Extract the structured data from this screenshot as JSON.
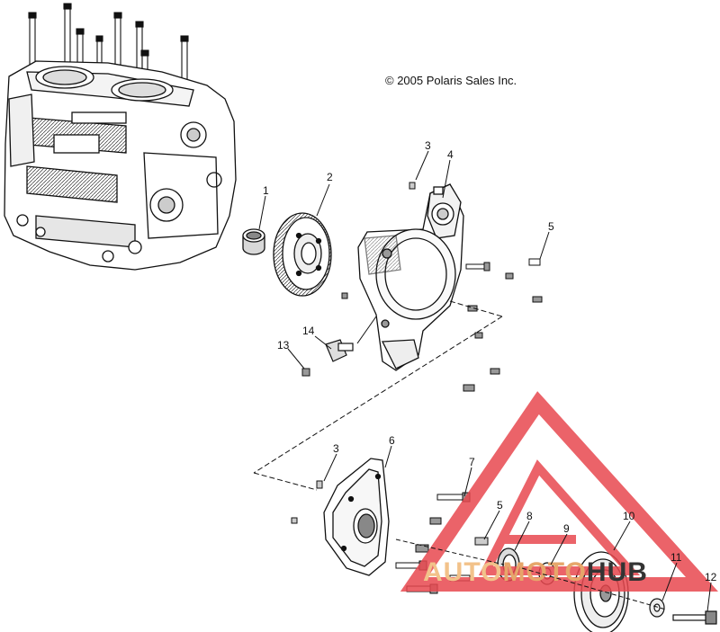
{
  "copyright": "© 2005 Polaris Sales Inc.",
  "callouts": [
    {
      "id": "c1",
      "text": "1"
    },
    {
      "id": "c2",
      "text": "2"
    },
    {
      "id": "c3a",
      "text": "3"
    },
    {
      "id": "c4",
      "text": "4"
    },
    {
      "id": "c5a",
      "text": "5"
    },
    {
      "id": "c13",
      "text": "13"
    },
    {
      "id": "c14",
      "text": "14"
    },
    {
      "id": "c3b",
      "text": "3"
    },
    {
      "id": "c6",
      "text": "6"
    },
    {
      "id": "c7",
      "text": "7"
    },
    {
      "id": "c5b",
      "text": "5"
    },
    {
      "id": "c8",
      "text": "8"
    },
    {
      "id": "c9",
      "text": "9"
    },
    {
      "id": "c10",
      "text": "10"
    },
    {
      "id": "c11",
      "text": "11"
    },
    {
      "id": "c12",
      "text": "12"
    }
  ],
  "watermark": {
    "text_a": "AUTO",
    "text_b": "MOTO",
    "text_c": "HUB",
    "color_a": "#f2c28a",
    "color_b": "#333333",
    "tri_color": "#e8484f"
  }
}
